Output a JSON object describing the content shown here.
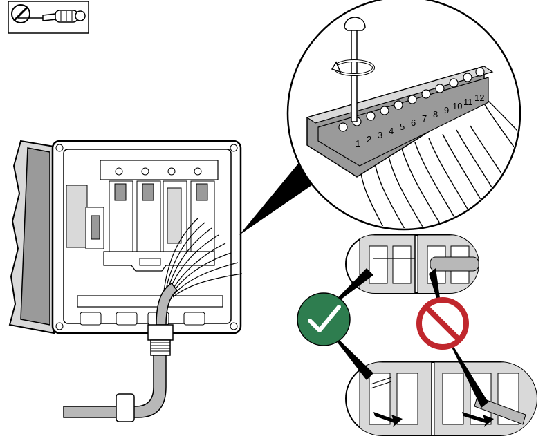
{
  "figure": {
    "tool_icon": "screwdriver-icon",
    "colors": {
      "line": "#000000",
      "housing_fill": "#ffffff",
      "housing_gray": "#d9d9d9",
      "dark_gray": "#9a9a9a",
      "cable_gray": "#b8b8b8",
      "correct_green": "#2e7d4f",
      "incorrect_red": "#c0272d"
    },
    "terminal_block": {
      "terminal_numbers": [
        "1",
        "2",
        "3",
        "4",
        "5",
        "6",
        "7",
        "8",
        "9",
        "10",
        "11",
        "12"
      ]
    },
    "rotation_icon": "rotate-arrow-icon",
    "correct_icon": "checkmark-icon",
    "incorrect_icon": "prohibited-icon",
    "pull_arrow_icon": "pull-arrow-icon"
  }
}
